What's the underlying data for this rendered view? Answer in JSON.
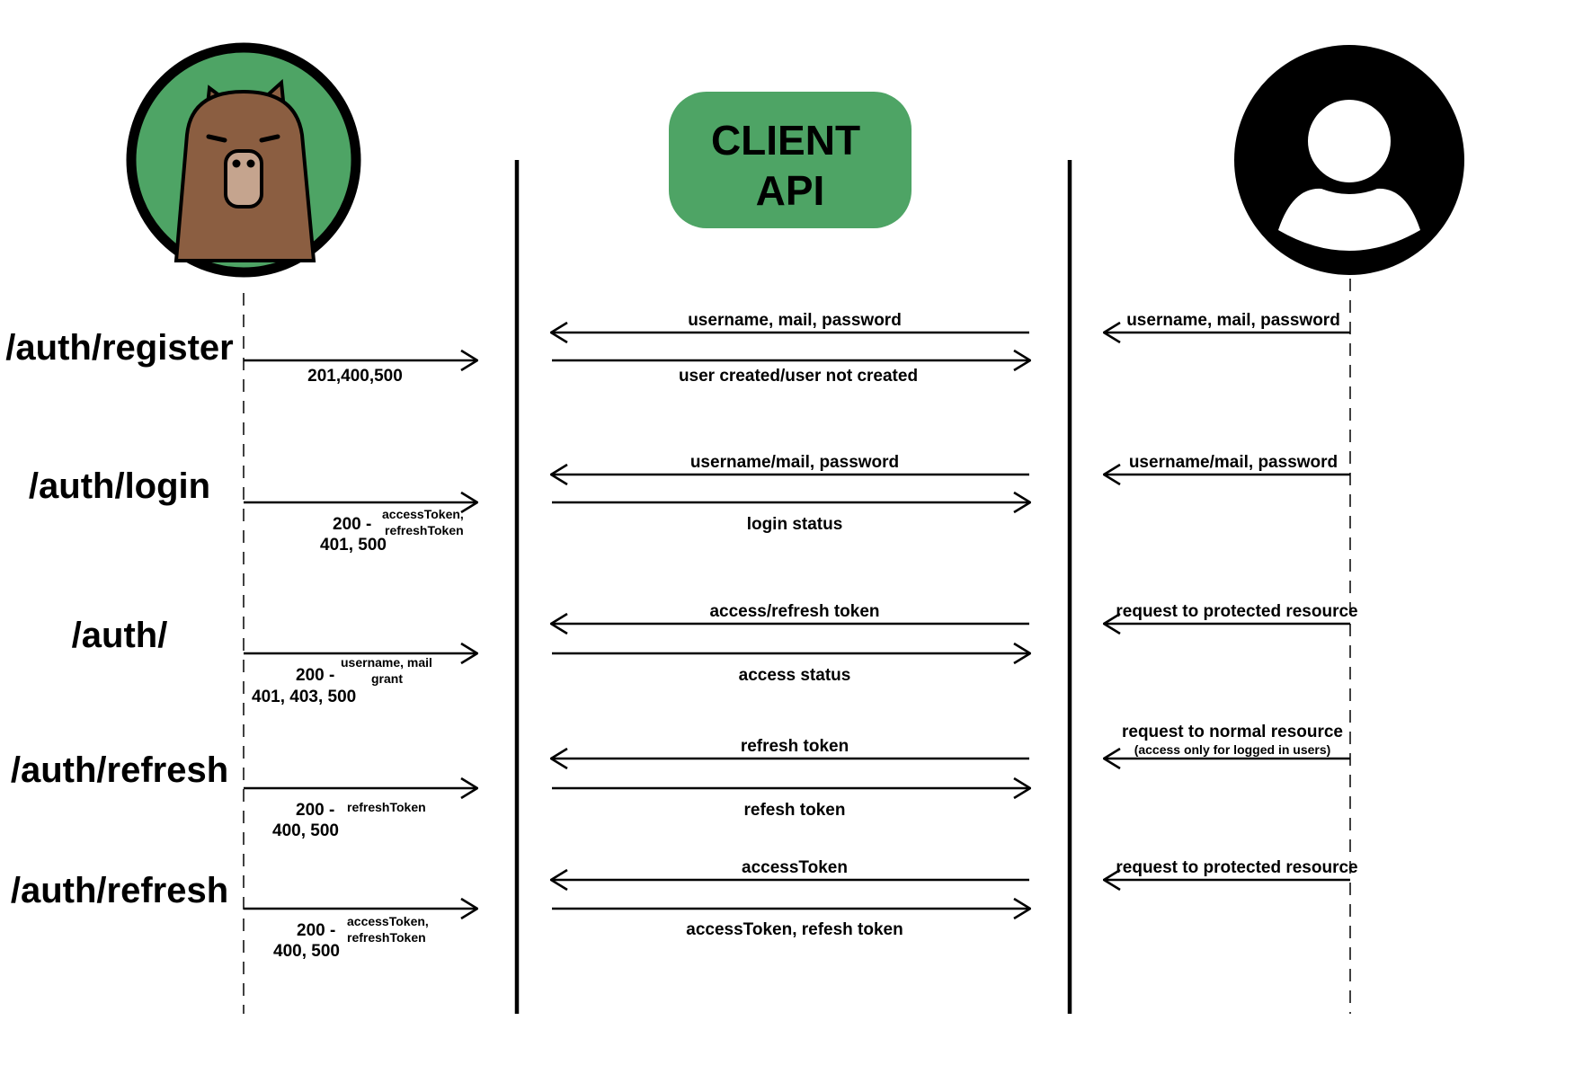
{
  "client_api": {
    "line1": "CLIENT",
    "line2": "API"
  },
  "colors": {
    "green": "#4ea465",
    "brown": "#8b5e41",
    "snout": "#c5a48e",
    "black": "#000000"
  },
  "icons": {
    "left": "capybara-avatar-icon",
    "right": "user-avatar-icon"
  },
  "rows": [
    {
      "endpoint": "/auth/register",
      "status_line1": "201,400,500",
      "api_request": "username, mail, password",
      "api_response": "user created/user not created",
      "user_request": "username, mail, password"
    },
    {
      "endpoint": "/auth/login",
      "status_prefix": "200 -",
      "status_small1": "accessToken,",
      "status_small2": "refreshToken",
      "status_line2": "401, 500",
      "api_request": "username/mail, password",
      "api_response": "login status",
      "user_request": "username/mail, password"
    },
    {
      "endpoint": "/auth/",
      "status_prefix": "200 -",
      "status_small1": "username, mail",
      "status_small2": "grant",
      "status_line2": "401, 403, 500",
      "api_request": "access/refresh token",
      "api_response": "access status",
      "user_request": "request to protected resource"
    },
    {
      "endpoint": "/auth/refresh",
      "status_prefix": "200 -",
      "status_small1": "refreshToken",
      "status_line2": "400, 500",
      "api_request": "refresh token",
      "api_response": "refesh token",
      "user_request": "request to normal resource",
      "user_request_note": "(access only for logged in users)"
    },
    {
      "endpoint": "/auth/refresh",
      "status_prefix": "200 -",
      "status_small1": "accessToken,",
      "status_small2": "refreshToken",
      "status_line2": "400, 500",
      "api_request": "accessToken",
      "api_response": "accessToken, refesh token",
      "user_request": "request to protected resource"
    }
  ]
}
